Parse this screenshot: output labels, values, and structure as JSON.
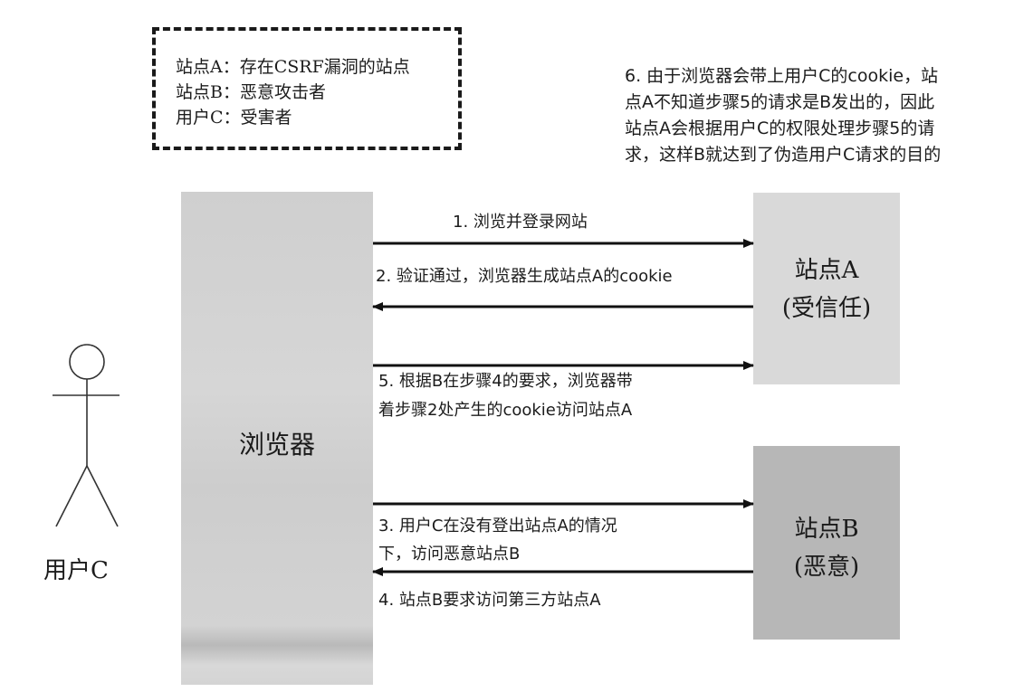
{
  "legend": {
    "lines": [
      "站点A：存在CSRF漏洞的站点",
      "站点B：恶意攻击者",
      "用户C：受害者"
    ]
  },
  "note6": {
    "lines": [
      "6. 由于浏览器会带上用户C的cookie，站",
      "点A不知道步骤5的请求是B发出的，因此",
      "站点A会根据用户C的权限处理步骤5的请",
      "求，这样B就达到了伪造用户C请求的目的"
    ]
  },
  "browser": {
    "label": "浏览器"
  },
  "site_a": {
    "title": "站点A",
    "subtitle": "(受信任)"
  },
  "site_b": {
    "title": "站点B",
    "subtitle": "(恶意)"
  },
  "actor": {
    "label": "用户C"
  },
  "steps": {
    "step1": {
      "lines": [
        "1. 浏览并登录网站"
      ]
    },
    "step2": {
      "lines": [
        "2. 验证通过，浏览器生成站点A的cookie"
      ]
    },
    "step5": {
      "lines": [
        "5. 根据B在步骤4的要求，浏览器带",
        "着步骤2处产生的cookie访问站点A"
      ]
    },
    "step3": {
      "lines": [
        "3. 用户C在没有登出站点A的情况",
        "下，访问恶意站点B"
      ]
    },
    "step4": {
      "lines": [
        "4. 站点B要求访问第三方站点A"
      ]
    }
  }
}
